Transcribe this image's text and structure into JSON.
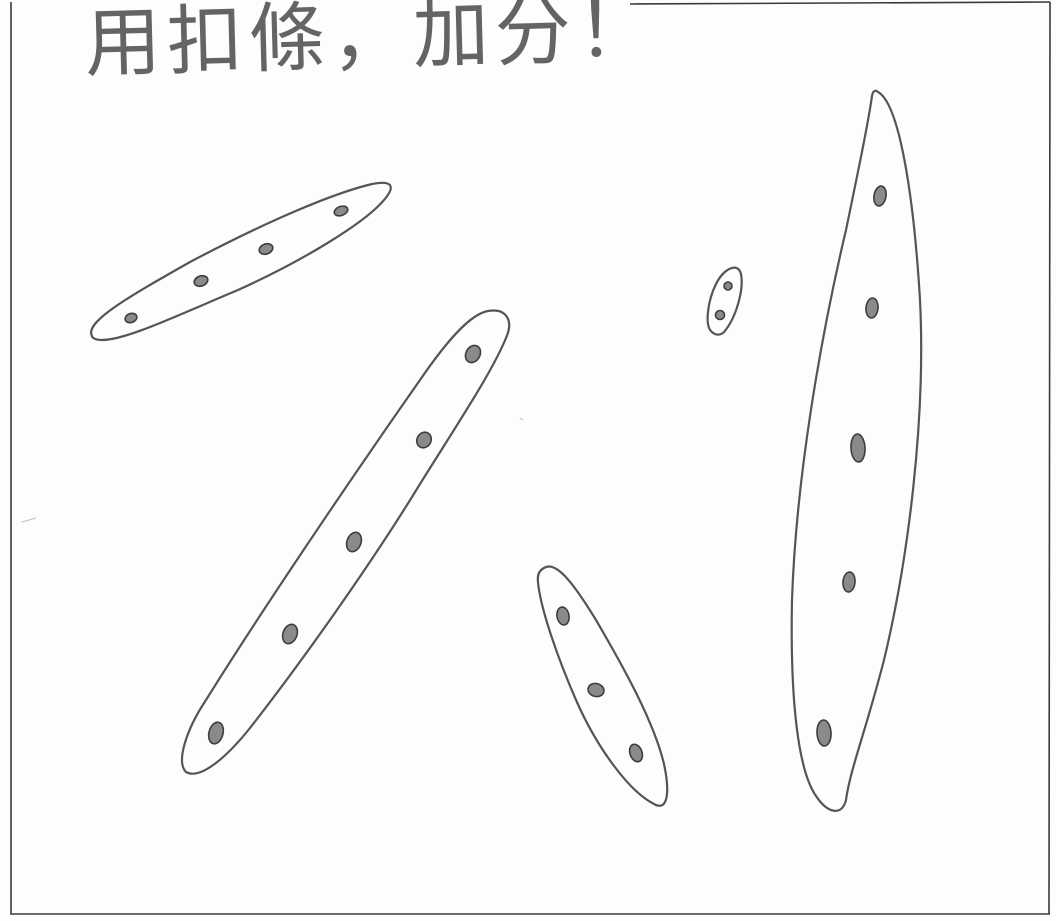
{
  "worksheet": {
    "handwritten_text": "用扣條，加分！"
  },
  "drawing": {
    "pods": [
      {
        "name": "pod-top-left",
        "bean_count": 4
      },
      {
        "name": "pod-long-diagonal",
        "bean_count": 5
      },
      {
        "name": "pod-small",
        "bean_count": 2
      },
      {
        "name": "pod-bottom-middle",
        "bean_count": 3
      },
      {
        "name": "pod-tall-right",
        "bean_count": 5
      }
    ]
  }
}
